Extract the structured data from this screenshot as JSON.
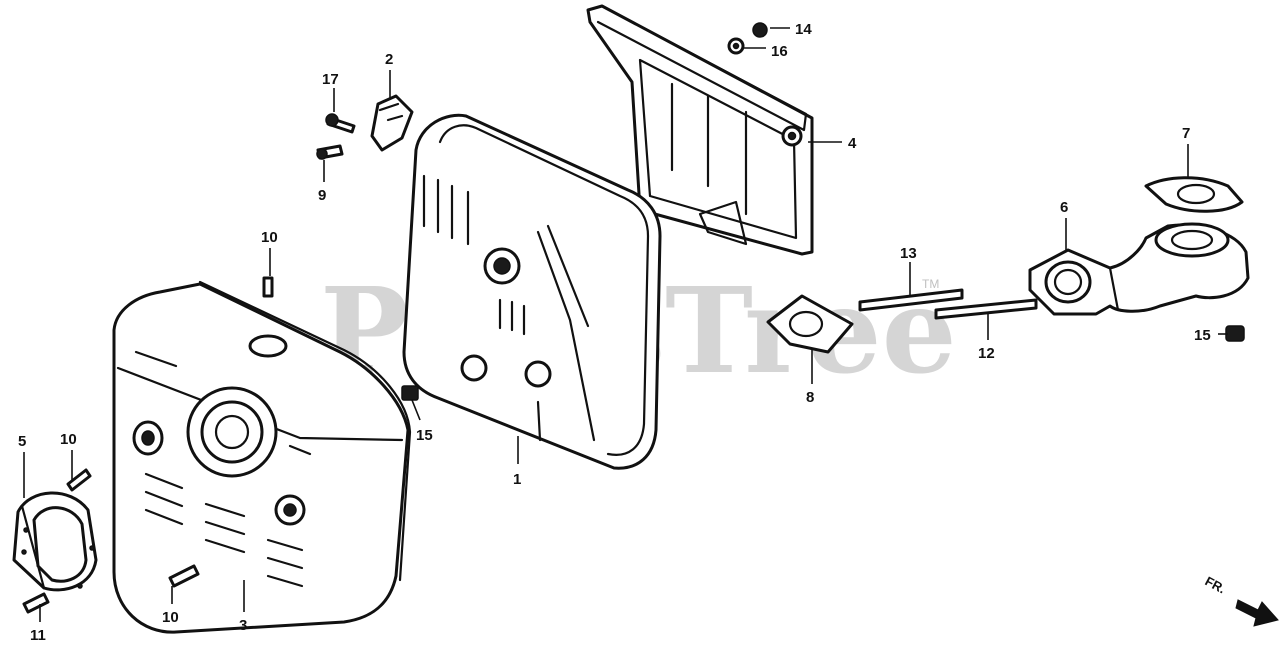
{
  "watermark": {
    "text": "PartsTree",
    "trademark": "TM"
  },
  "direction_label": "FR.",
  "callouts": {
    "c1": "1",
    "c2": "2",
    "c3": "3",
    "c4": "4",
    "c5": "5",
    "c6": "6",
    "c7": "7",
    "c8": "8",
    "c9": "9",
    "c10a": "10",
    "c10b": "10",
    "c10c": "10",
    "c11": "11",
    "c12": "12",
    "c13": "13",
    "c14": "14",
    "c15a": "15",
    "c15b": "15",
    "c16": "16",
    "c17": "17"
  }
}
